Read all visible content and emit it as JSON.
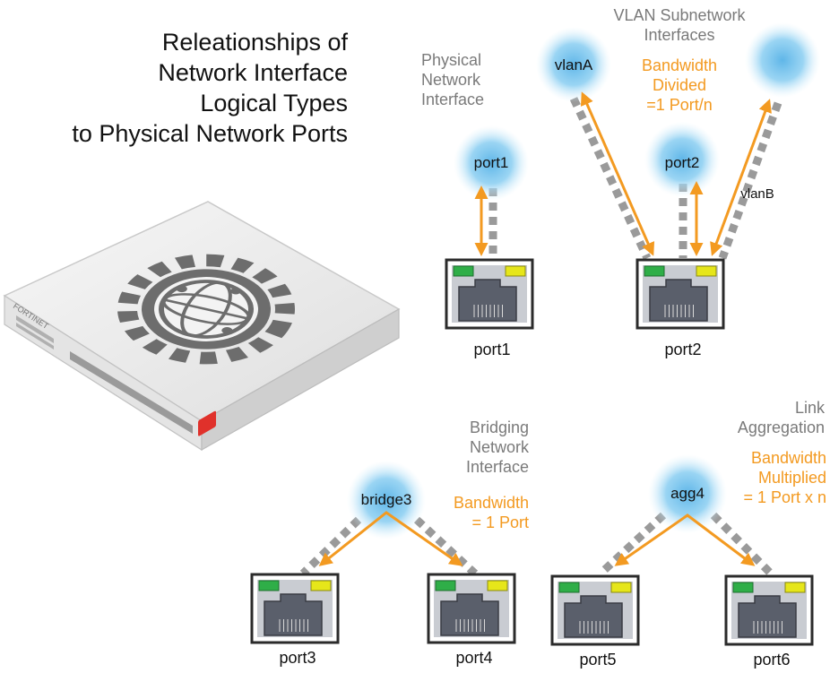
{
  "title": {
    "line1": "Releationships of",
    "line2": "Network Interface",
    "line3": "Logical Types",
    "line4": "to Physical Network Ports"
  },
  "device": {
    "brand": "FORTINET"
  },
  "physical": {
    "label_lines": [
      "Physical",
      "Network",
      "Interface"
    ],
    "bubble": "port1",
    "port_caption": "port1"
  },
  "vlan": {
    "label_lines": [
      "VLAN Subnetwork",
      "Interfaces"
    ],
    "note_lines": [
      "Bandwidth",
      "Divided",
      "=1 Port/n"
    ],
    "bubble_a": "vlanA",
    "bubble_mid": "port2",
    "bubble_b": "vlanB",
    "port_caption": "port2"
  },
  "bridge": {
    "label_lines": [
      "Bridging",
      "Network",
      "Interface"
    ],
    "note_lines": [
      "Bandwidth",
      "= 1 Port"
    ],
    "bubble": "bridge3",
    "ports": [
      "port3",
      "port4"
    ]
  },
  "aggregation": {
    "label_lines": [
      "Link",
      "Aggregation"
    ],
    "note_lines": [
      "Bandwidth",
      "Multiplied",
      "= 1 Port x n"
    ],
    "bubble": "agg4",
    "ports": [
      "port5",
      "port6"
    ]
  },
  "colors": {
    "arrow": "#f39a21",
    "bubble": "#7ec8f0",
    "dash": "#9a9a9a",
    "port_frame": "#2b2b2b",
    "port_fill": "#5a5f6b",
    "led_green": "#2fae48",
    "led_yellow": "#e6e61a",
    "label_gray": "#7a7a7a",
    "label_orange": "#f39a21",
    "fortinet_red": "#e0312b"
  }
}
